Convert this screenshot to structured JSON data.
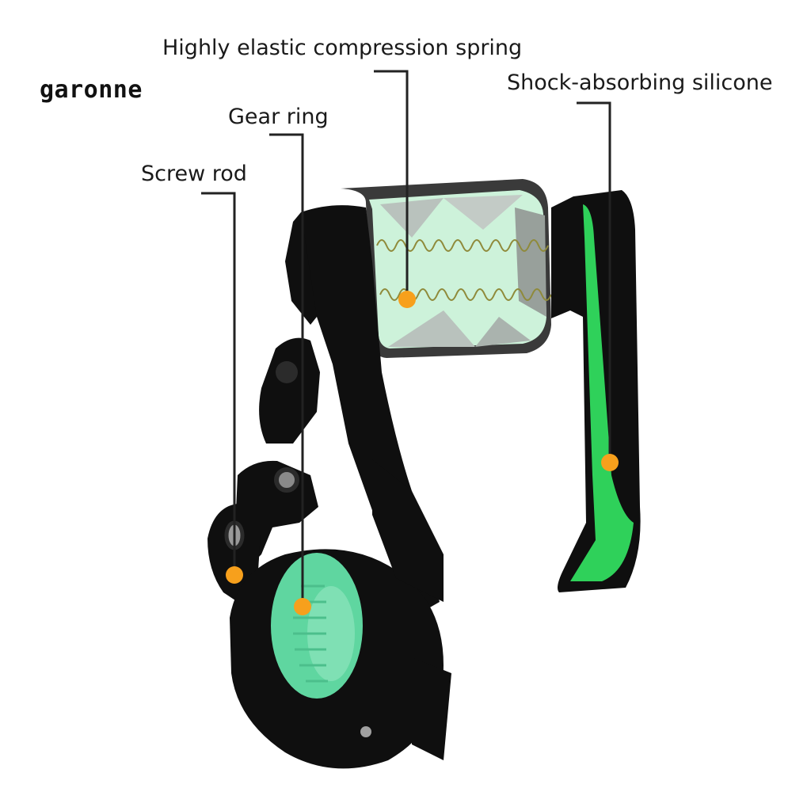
{
  "brand": {
    "name": "garonne"
  },
  "labels": {
    "spring": "Highly elastic compression spring",
    "silicone": "Shock-absorbing silicone",
    "gear": "Gear ring",
    "screw": "Screw rod"
  },
  "colors": {
    "body_black": "#0f0f0f",
    "silicone_green": "#2fd15a",
    "gear_mint": "#5fd6a0",
    "spring_panel_mint": "#c8f0d6",
    "marker_orange": "#f7a01c",
    "leader_line": "#222222"
  }
}
